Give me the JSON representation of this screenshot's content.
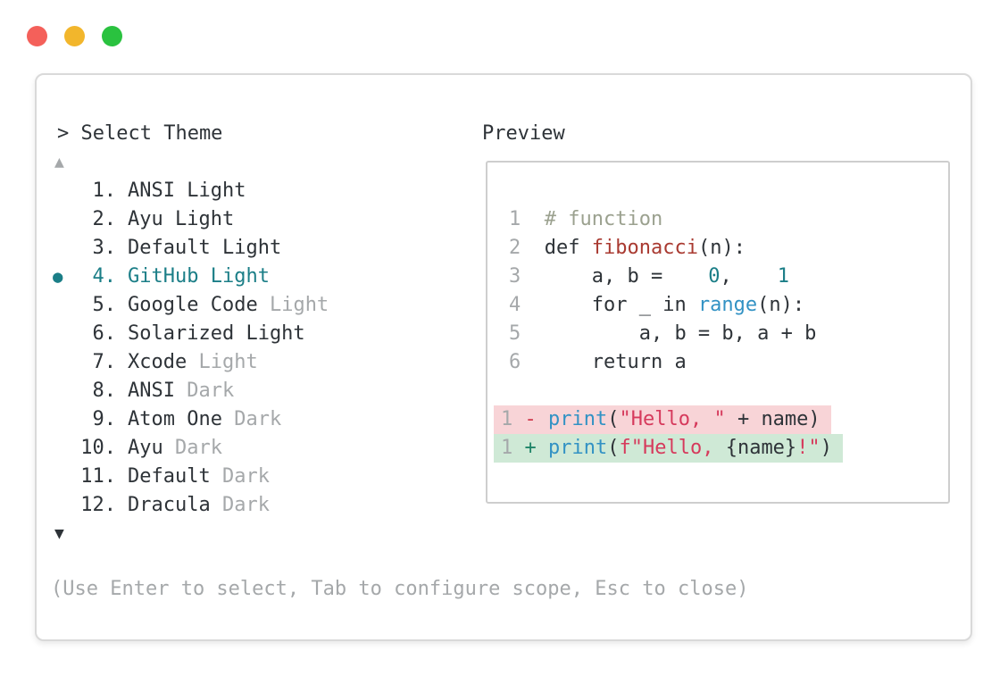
{
  "window_controls": {
    "close": "close-button",
    "minimize": "minimize-button",
    "zoom": "zoom-button"
  },
  "dialog": {
    "prompt": "> Select Theme",
    "scroll_up_glyph": "▲",
    "scroll_down_glyph": "▼",
    "help": "(Use Enter to select, Tab to configure scope, Esc to close)"
  },
  "theme_list": {
    "selected_number": "4.",
    "selected_marker": "●",
    "items": [
      {
        "num": "1.",
        "selected": false,
        "parts": [
          {
            "t": "ANSI Light",
            "c": "dark"
          }
        ]
      },
      {
        "num": "2.",
        "selected": false,
        "parts": [
          {
            "t": "Ayu Light",
            "c": "dark"
          }
        ]
      },
      {
        "num": "3.",
        "selected": false,
        "parts": [
          {
            "t": "Default Light",
            "c": "dark"
          }
        ]
      },
      {
        "num": "4.",
        "selected": true,
        "parts": [
          {
            "t": "GitHub Light",
            "c": "teal"
          }
        ]
      },
      {
        "num": "5.",
        "selected": false,
        "parts": [
          {
            "t": "Google Code ",
            "c": "dark"
          },
          {
            "t": "Light",
            "c": "dim"
          }
        ]
      },
      {
        "num": "6.",
        "selected": false,
        "parts": [
          {
            "t": "Solarized Light",
            "c": "dark"
          }
        ]
      },
      {
        "num": "7.",
        "selected": false,
        "parts": [
          {
            "t": "Xcode ",
            "c": "dark"
          },
          {
            "t": "Light",
            "c": "dim"
          }
        ]
      },
      {
        "num": "8.",
        "selected": false,
        "parts": [
          {
            "t": "ANSI ",
            "c": "dark"
          },
          {
            "t": "Dark",
            "c": "dim"
          }
        ]
      },
      {
        "num": "9.",
        "selected": false,
        "parts": [
          {
            "t": "Atom One ",
            "c": "dark"
          },
          {
            "t": "Dark",
            "c": "dim"
          }
        ]
      },
      {
        "num": "10.",
        "selected": false,
        "parts": [
          {
            "t": "Ayu ",
            "c": "dark"
          },
          {
            "t": "Dark",
            "c": "dim"
          }
        ]
      },
      {
        "num": "11.",
        "selected": false,
        "parts": [
          {
            "t": "Default ",
            "c": "dark"
          },
          {
            "t": "Dark",
            "c": "dim"
          }
        ]
      },
      {
        "num": "12.",
        "selected": false,
        "parts": [
          {
            "t": "Dracula ",
            "c": "dark"
          },
          {
            "t": "Dark",
            "c": "dim"
          }
        ]
      }
    ]
  },
  "preview": {
    "label": "Preview",
    "lines": [
      {
        "tokens": [
          {
            "t": "1  ",
            "c": "ln"
          },
          {
            "t": "# function",
            "c": "cm"
          }
        ]
      },
      {
        "tokens": [
          {
            "t": "2  ",
            "c": "ln"
          },
          {
            "t": "def ",
            "c": "dk"
          },
          {
            "t": "fibonacci",
            "c": "fn"
          },
          {
            "t": "(n):",
            "c": "dk"
          }
        ]
      },
      {
        "tokens": [
          {
            "t": "3  ",
            "c": "ln"
          },
          {
            "t": "    a, b = ",
            "c": "dk"
          },
          {
            "t": "0",
            "c": "num"
          },
          {
            "t": ", ",
            "c": "dk"
          },
          {
            "t": "1",
            "c": "num"
          }
        ]
      },
      {
        "tokens": [
          {
            "t": "4  ",
            "c": "ln"
          },
          {
            "t": "    for _ in ",
            "c": "dk"
          },
          {
            "t": "range",
            "c": "bl"
          },
          {
            "t": "(n):",
            "c": "dk"
          }
        ]
      },
      {
        "tokens": [
          {
            "t": "5  ",
            "c": "ln"
          },
          {
            "t": "        a, b = b, a + b",
            "c": "dk"
          }
        ]
      },
      {
        "tokens": [
          {
            "t": "6  ",
            "c": "ln"
          },
          {
            "t": "    return a",
            "c": "dk"
          }
        ]
      },
      {
        "tokens": []
      },
      {
        "bg": "removed",
        "tokens": [
          {
            "t": "1 ",
            "c": "ln"
          },
          {
            "t": "- ",
            "c": "mn"
          },
          {
            "t": "print",
            "c": "bl"
          },
          {
            "t": "(",
            "c": "dk"
          },
          {
            "t": "\"Hello, \"",
            "c": "st"
          },
          {
            "t": " + name)",
            "c": "dk"
          }
        ]
      },
      {
        "bg": "added",
        "tokens": [
          {
            "t": "1 ",
            "c": "ln"
          },
          {
            "t": "+ ",
            "c": "pl"
          },
          {
            "t": "print",
            "c": "bl"
          },
          {
            "t": "(",
            "c": "dk"
          },
          {
            "t": "f\"Hello, ",
            "c": "st"
          },
          {
            "t": "{name}",
            "c": "dk"
          },
          {
            "t": "!\"",
            "c": "st"
          },
          {
            "t": ")",
            "c": "dk"
          }
        ]
      }
    ]
  },
  "colors": {
    "text_dark": "#2e3338",
    "text_dim": "#a5a8aa",
    "accent_teal": "#1b7e87",
    "comment_green": "#9ba18f",
    "function_red": "#a93a31",
    "builtin_blue": "#3292c4",
    "string_crimson": "#d63a5c",
    "diff_minus": "#d03a4e",
    "diff_plus": "#1f8468",
    "diff_removed_bg": "#f8d4d7",
    "diff_added_bg": "#cfe9d6",
    "window_border": "#d9d9d9",
    "preview_border": "#cecece",
    "traffic_red": "#f4605a",
    "traffic_yellow": "#f2b62c",
    "traffic_green": "#2ac23f"
  }
}
